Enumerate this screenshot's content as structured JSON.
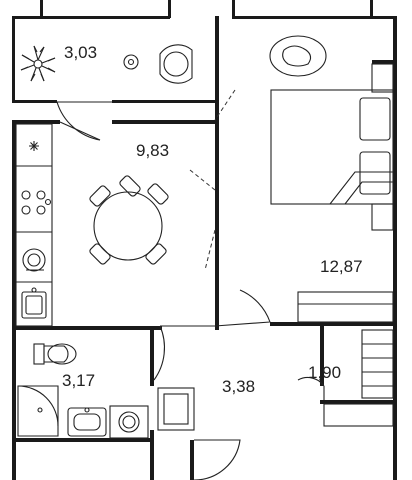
{
  "floor_plan": {
    "rooms": [
      {
        "id": "balcony",
        "area": "3,03"
      },
      {
        "id": "kitchen",
        "area": "9,83"
      },
      {
        "id": "bedroom",
        "area": "12,87"
      },
      {
        "id": "bathroom",
        "area": "3,17"
      },
      {
        "id": "hallway",
        "area": "3,38"
      },
      {
        "id": "storage",
        "area": "1,90"
      }
    ],
    "colors": {
      "wall": "#1a1a1a",
      "line": "#222222",
      "background": "#ffffff"
    }
  }
}
